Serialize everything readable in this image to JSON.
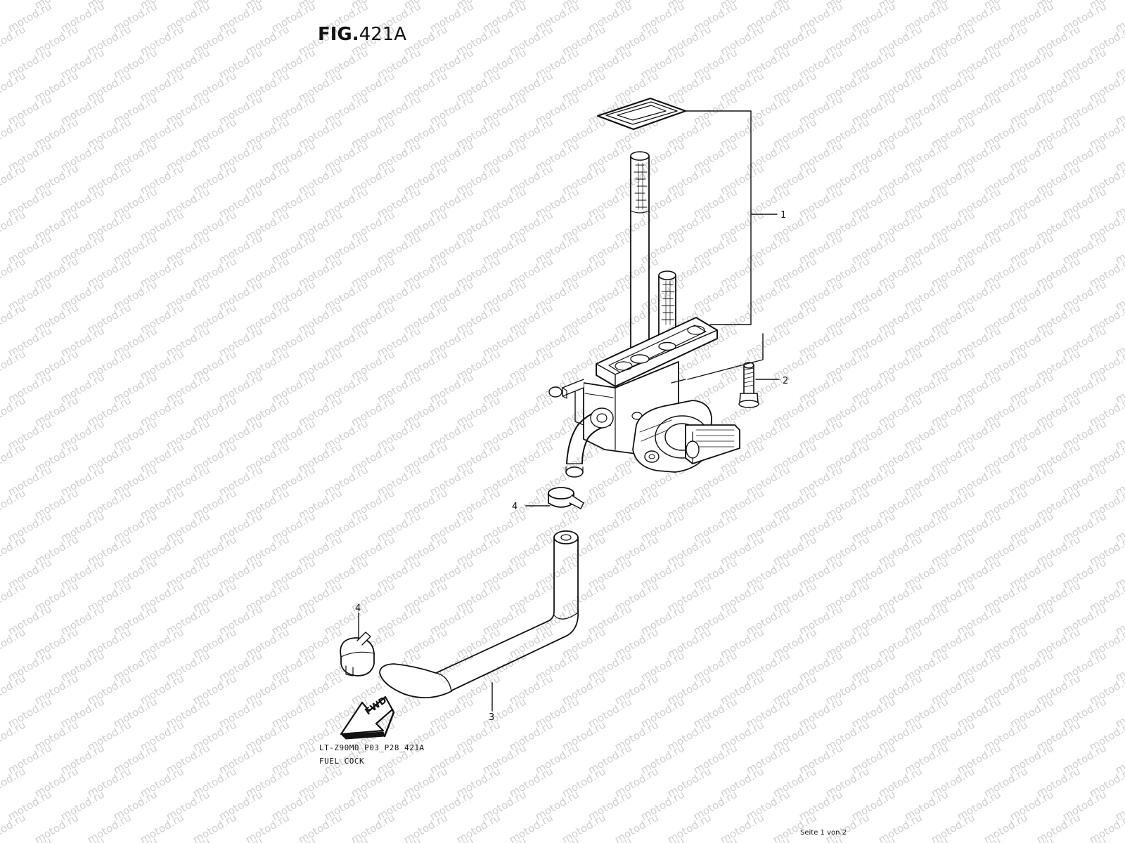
{
  "figure": {
    "prefix": "FIG",
    "number": "421A"
  },
  "drawing_code": "LT-Z90M0_P03_P28_421A",
  "drawing_name": "FUEL COCK",
  "page_indicator": "Seite 1 von 2",
  "watermark_text": "motod.ru",
  "callouts": [
    "1",
    "2",
    "3",
    "4",
    "4"
  ],
  "fwd_label": "FWD",
  "colors": {
    "line": "#111111",
    "watermark": "#cfcfcf",
    "background": "#ffffff"
  }
}
